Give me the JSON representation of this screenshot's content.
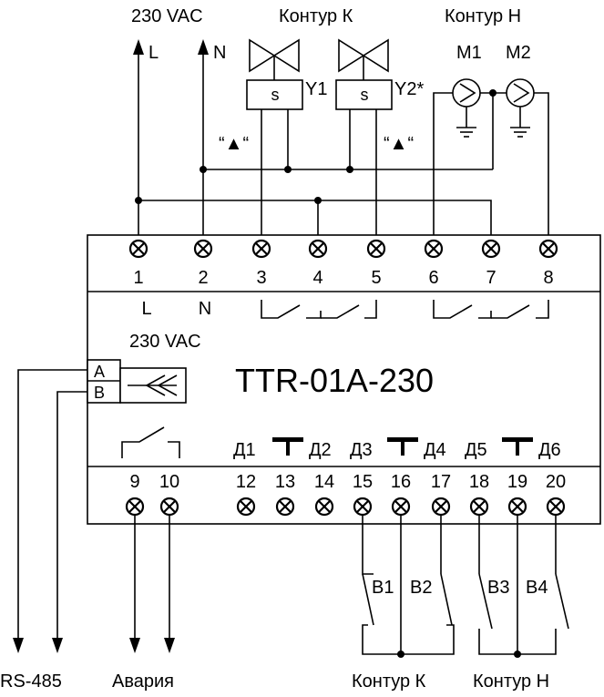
{
  "header": {
    "supply": "230 VAC",
    "circuit_k": "Контур К",
    "circuit_h": "Контур Н",
    "phase_l": "L",
    "neutral_n": "N",
    "valve_y1": "Y1",
    "valve_y2": "Y2*",
    "pump_m1": "M1",
    "pump_m2": "M2",
    "valve_coil": "s",
    "rot_mark": "“▲“"
  },
  "device": {
    "model": "TTR-01A-230",
    "supply": "230 VAC",
    "top_terminals": [
      {
        "num": "1",
        "label": "L"
      },
      {
        "num": "2",
        "label": "N"
      },
      {
        "num": "3",
        "label": ""
      },
      {
        "num": "4",
        "label": ""
      },
      {
        "num": "5",
        "label": ""
      },
      {
        "num": "6",
        "label": ""
      },
      {
        "num": "7",
        "label": ""
      },
      {
        "num": "8",
        "label": ""
      }
    ],
    "rs485": {
      "a": "A",
      "b": "B"
    },
    "sensor_labels": [
      "Д1",
      "Д2",
      "Д3",
      "Д4",
      "Д5",
      "Д6"
    ],
    "bottom_terminals": [
      "9",
      "10",
      "12",
      "13",
      "14",
      "15",
      "16",
      "17",
      "18",
      "19",
      "20"
    ]
  },
  "sensors": [
    "B1",
    "B2",
    "B3",
    "B4"
  ],
  "footer": {
    "rs485": "RS-485",
    "alarm": "Авария",
    "circuit_k": "Контур К",
    "circuit_h": "Контур Н"
  }
}
